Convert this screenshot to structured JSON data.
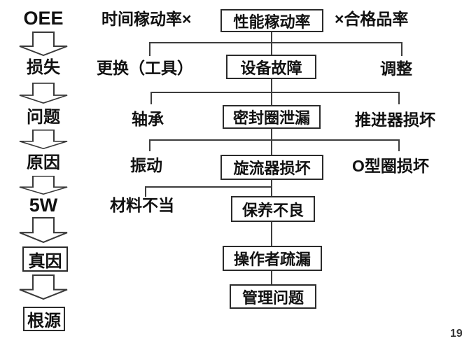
{
  "page_number": "19",
  "colors": {
    "background": "#ffffff",
    "text": "#111111",
    "line": "#3d3d3d",
    "box_border": "#2b2b2b"
  },
  "left_flow": {
    "items": [
      {
        "label": "OEE",
        "boxed": false
      },
      {
        "label": "损失",
        "boxed": false
      },
      {
        "label": "问题",
        "boxed": false
      },
      {
        "label": "原因",
        "boxed": false
      },
      {
        "label": "5W",
        "boxed": false
      },
      {
        "label": "真因",
        "boxed": true
      },
      {
        "label": "根源",
        "boxed": true
      }
    ]
  },
  "tree": {
    "root": {
      "left": "时间稼动率×",
      "center": "性能稼动率",
      "right": "×合格品率"
    },
    "levels": [
      {
        "left": "更换（工具）",
        "center": "设备故障",
        "right": "调整"
      },
      {
        "left": "轴承",
        "center": "密封圈泄漏",
        "right": "推进器损坏"
      },
      {
        "left": "振动",
        "center": "旋流器损坏",
        "right": "O型圈损坏"
      },
      {
        "left": "材料不当",
        "center": "保养不良",
        "right": ""
      },
      {
        "left": "",
        "center": "操作者疏漏",
        "right": ""
      },
      {
        "left": "",
        "center": "管理问题",
        "right": ""
      }
    ]
  }
}
